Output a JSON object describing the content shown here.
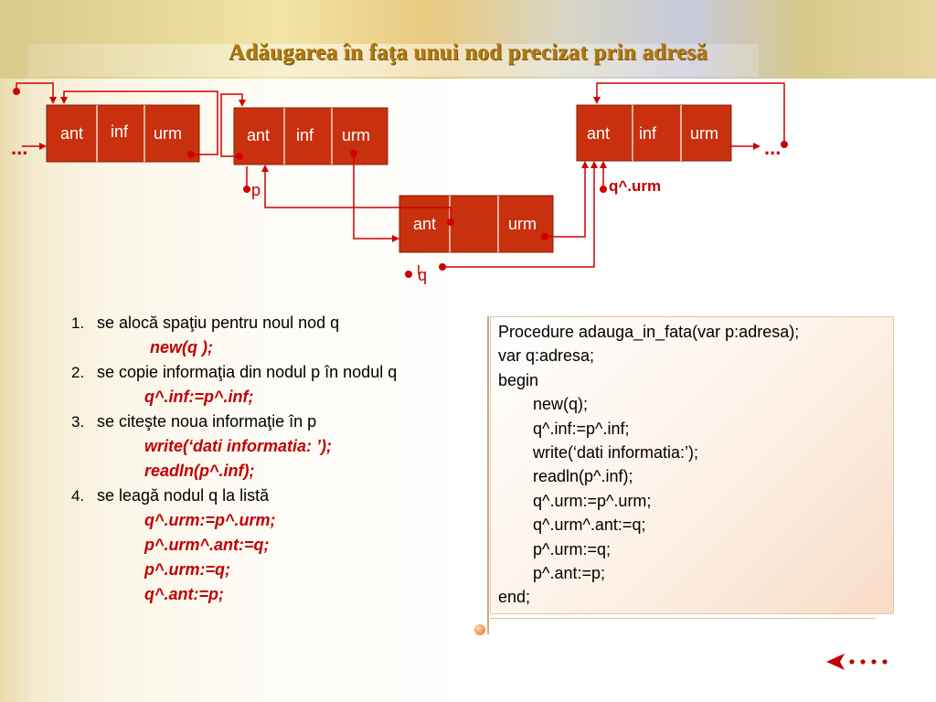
{
  "slide": {
    "title": "Adăugarea în faţa unui nod precizat prin adresă"
  },
  "diagram": {
    "nodes": [
      {
        "id": "node1",
        "cells": [
          "ant",
          "inf",
          "urm"
        ]
      },
      {
        "id": "node2",
        "cells": [
          "ant",
          "inf",
          "urm"
        ]
      },
      {
        "id": "node3",
        "cells": [
          "ant",
          "inf",
          "urm"
        ]
      },
      {
        "id": "new-node",
        "cells": [
          "ant",
          "",
          "urm"
        ]
      }
    ],
    "pointer_p": "p",
    "pointer_q": "q",
    "pointer_qurm": "q^.urm",
    "ellipsis_left": "...",
    "ellipsis_right": "..."
  },
  "steps": [
    {
      "num": "1.",
      "text": "se alocă spaţiu pentru noul nod q",
      "code": [
        "new(q );"
      ]
    },
    {
      "num": "2.",
      "text": "se copie informaţia din nodul p în nodul q",
      "code": [
        "q^.inf:=p^.inf;"
      ]
    },
    {
      "num": "3.",
      "text": "se citeşte noua informaţie în p",
      "code": [
        "write(‘dati informatia: ’);",
        "readln(p^.inf);"
      ]
    },
    {
      "num": "4.",
      "text": "se leagă nodul q la listă",
      "code": [
        "q^.urm:=p^.urm;",
        "p^.urm^.ant:=q;",
        "p^.urm:=q;",
        "q^.ant:=p;"
      ]
    }
  ],
  "procedure": {
    "lines": [
      "Procedure adauga_in_fata(var p:adresa);",
      "var q:adresa;",
      "begin",
      "new(q);",
      "q^.inf:=p^.inf;",
      "write(‘dati informatia:’);",
      "readln(p^.inf);",
      "q^.urm:=p^.urm;",
      "q^.urm^.ant:=q;",
      "p^.urm:=q;",
      "p^.ant:=p;",
      "end;"
    ]
  },
  "navigation": {
    "back_icon": "arrow-left-dots-icon"
  },
  "colors": {
    "node_fill": "#c8300e",
    "arrow": "#d00000",
    "title": "#b07a10",
    "code": "#c00000"
  }
}
